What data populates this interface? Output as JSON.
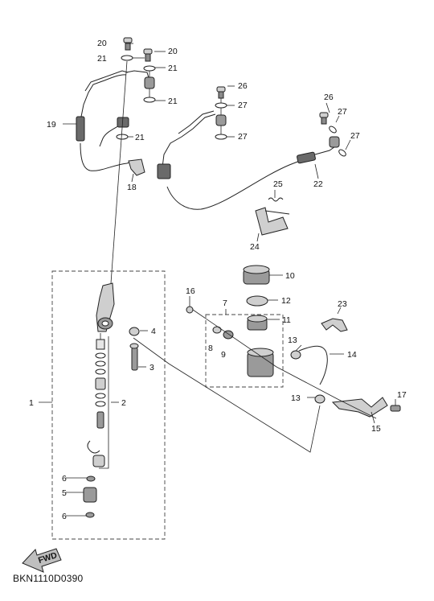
{
  "diagram_code": "BKN1110D0390",
  "fwd_label": "FWD",
  "callouts": [
    {
      "n": "1"
    },
    {
      "n": "2"
    },
    {
      "n": "3"
    },
    {
      "n": "4"
    },
    {
      "n": "5"
    },
    {
      "n": "6"
    },
    {
      "n": "6"
    },
    {
      "n": "7"
    },
    {
      "n": "8"
    },
    {
      "n": "9"
    },
    {
      "n": "10"
    },
    {
      "n": "11"
    },
    {
      "n": "12"
    },
    {
      "n": "13"
    },
    {
      "n": "13"
    },
    {
      "n": "14"
    },
    {
      "n": "15"
    },
    {
      "n": "16"
    },
    {
      "n": "17"
    },
    {
      "n": "18"
    },
    {
      "n": "19"
    },
    {
      "n": "20"
    },
    {
      "n": "20"
    },
    {
      "n": "21"
    },
    {
      "n": "21"
    },
    {
      "n": "21"
    },
    {
      "n": "21"
    },
    {
      "n": "22"
    },
    {
      "n": "23"
    },
    {
      "n": "24"
    },
    {
      "n": "25"
    },
    {
      "n": "26"
    },
    {
      "n": "26"
    },
    {
      "n": "27"
    },
    {
      "n": "27"
    },
    {
      "n": "27"
    },
    {
      "n": "27"
    }
  ],
  "colors": {
    "ink": "#222222",
    "part_fill": "#d8d8d8",
    "part_dark": "#6a6a6a"
  }
}
